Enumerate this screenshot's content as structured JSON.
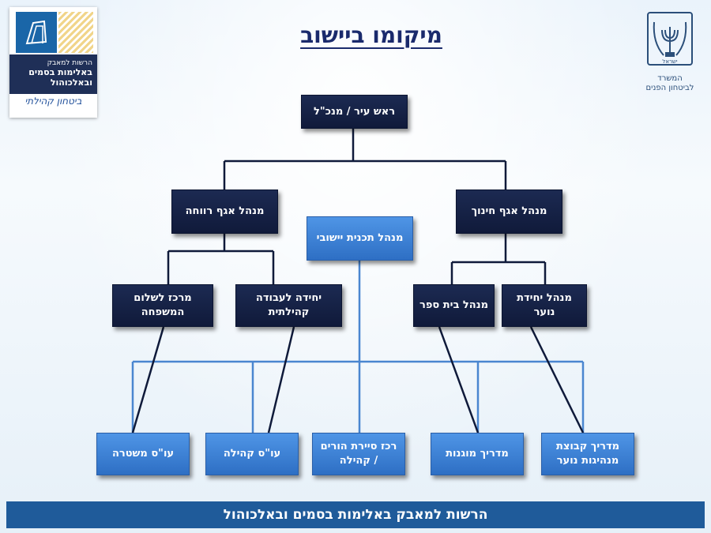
{
  "title": "מיקומו ביישוב",
  "logo": {
    "line1": "הרשות למאבק",
    "line2": "באלימות בסמים",
    "line3": "ובאלכוהול",
    "slogan": "ביטחון קהילתי"
  },
  "ministry": {
    "line1": "המשרד",
    "line2": "לביטחון הפנים",
    "emblem_text": "ישראל"
  },
  "nodes": {
    "mayor": "ראש עיר / מנכ\"ל",
    "welfare": "מנהל אגף רווחה",
    "program": "מנהל תכנית יישובי",
    "education": "מנהל אגף חינוך",
    "family_center": "מרכז לשלום המשפחה",
    "community_work": "יחידה לעבודה קהילתית",
    "school_principal": "מנהל בית ספר",
    "youth_unit": "מנהל יחידת נוער",
    "police_aide": "עו\"ס משטרה",
    "community_aide": "עו\"ס קהילה",
    "patrol_coord": "רכז סיירת הורים / קהילה",
    "tutor": "מדריך מוגנות",
    "youth_leader": "מדריך קבוצת מנהיגות נוער"
  },
  "footer": "הרשות למאבק באלימות בסמים ובאלכוהול",
  "colors": {
    "dark_box": "#14214a",
    "light_box": "#3b82d6",
    "footer": "#1f5b9a",
    "title": "#1a2a6c"
  }
}
